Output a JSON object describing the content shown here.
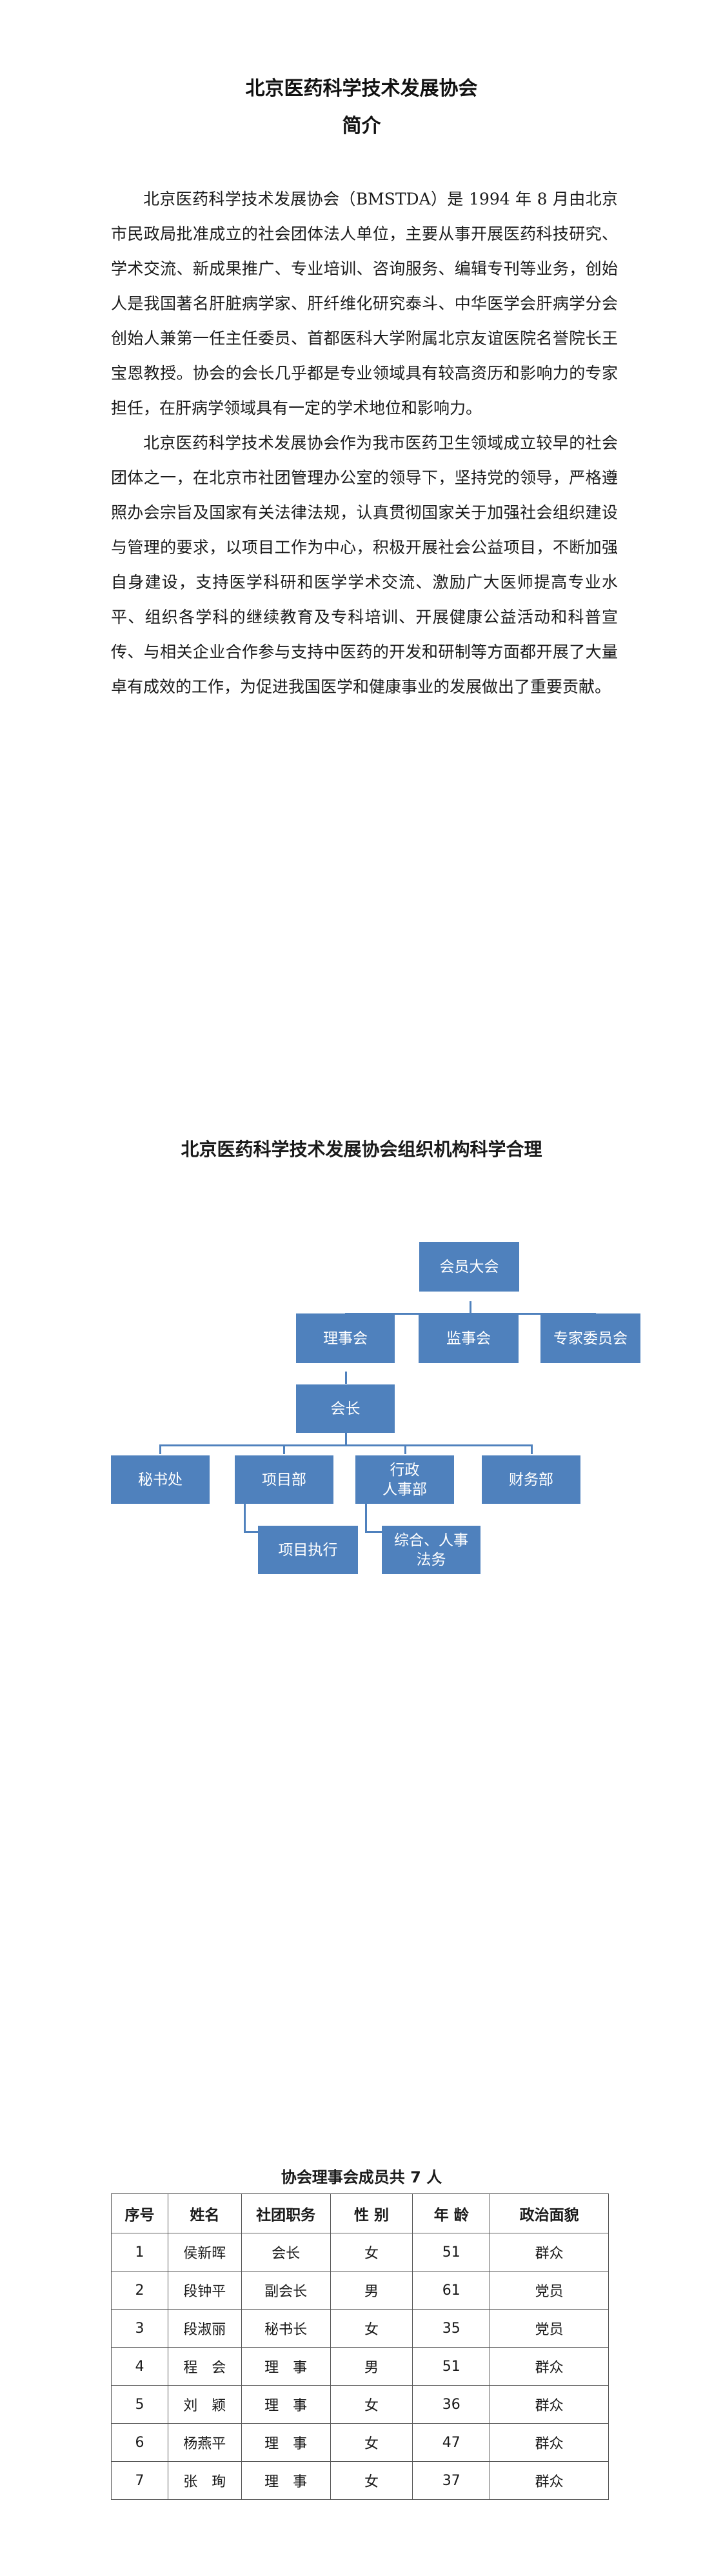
{
  "header": {
    "title": "北京医药科学技术发展协会",
    "subtitle": "简介"
  },
  "intro": {
    "paragraphs": [
      "北京医药科学技术发展协会（BMSTDA）是 1994 年 8 月由北京市民政局批准成立的社会团体法人单位，主要从事开展医药科技研究、学术交流、新成果推广、专业培训、咨询服务、编辑专刊等业务，创始人是我国著名肝脏病学家、肝纤维化研究泰斗、中华医学会肝病学分会创始人兼第一任主任委员、首都医科大学附属北京友谊医院名誉院长王宝恩教授。协会的会长几乎都是专业领域具有较高资历和影响力的专家担任，在肝病学领域具有一定的学术地位和影响力。",
      "北京医药科学技术发展协会作为我市医药卫生领域成立较早的社会团体之一，在北京市社团管理办公室的领导下，坚持党的领导，严格遵照办会宗旨及国家有关法律法规，认真贯彻国家关于加强社会组织建设与管理的要求，以项目工作为中心，积极开展社会公益项目，不断加强自身建设，支持医学科研和医学学术交流、激励广大医师提高专业水平、组织各学科的继续教育及专科培训、开展健康公益活动和科普宣传、与相关企业合作参与支持中医药的开发和研制等方面都开展了大量卓有成效的工作，为促进我国医学和健康事业的发展做出了重要贡献。"
    ]
  },
  "org": {
    "title": "北京医药科学技术发展协会组织机构科学合理",
    "general_assembly": "会员大会",
    "council": "理事会",
    "supervisory": "监事会",
    "expert_committee": "专家委员会",
    "president": "会长",
    "secretariat": "秘书处",
    "project_dept": "项目部",
    "admin_line1": "行政",
    "admin_line2": "人事部",
    "finance_dept": "财务部",
    "project_exec": "项目执行",
    "general_line1": "综合、人事",
    "general_line2": "法务",
    "box_color": "#4f81bd"
  },
  "members": {
    "title": "协会理事会成员共 7 人",
    "headers": [
      "序号",
      "姓名",
      "社团职务",
      "性 别",
      "年 龄",
      "政治面貌"
    ],
    "rows": [
      [
        "1",
        "侯新晖",
        "会长",
        "女",
        "51",
        "群众"
      ],
      [
        "2",
        "段钟平",
        "副会长",
        "男",
        "61",
        "党员"
      ],
      [
        "3",
        "段淑丽",
        "秘书长",
        "女",
        "35",
        "党员"
      ],
      [
        "4",
        "程　会",
        "理　事",
        "男",
        "51",
        "群众"
      ],
      [
        "5",
        "刘　颖",
        "理　事",
        "女",
        "36",
        "群众"
      ],
      [
        "6",
        "杨燕平",
        "理　事",
        "女",
        "47",
        "群众"
      ],
      [
        "7",
        "张　珣",
        "理　事",
        "女",
        "37",
        "群众"
      ]
    ]
  }
}
